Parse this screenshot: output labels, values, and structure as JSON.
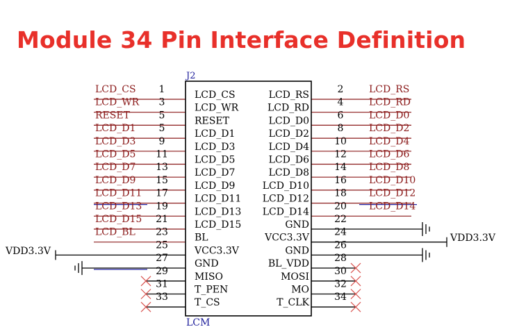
{
  "title": "Module 34 Pin Interface Definition",
  "chip": {
    "ref": "J2",
    "name": "LCM"
  },
  "supply_label": "VDD3.3V",
  "colors": {
    "title": "#e8302a",
    "net": "#8b1a1a",
    "wire": "#8b1a1a",
    "pin_text": "#000000",
    "ref_text": "#1c1c9a",
    "bus_line": "#2020a0",
    "no_connect": "#d9534f"
  },
  "pins": [
    {
      "num": "1",
      "name": "LCD_CS",
      "net": "LCD_CS",
      "side": "left",
      "row": 0
    },
    {
      "num": "2",
      "name": "LCD_RS",
      "net": "LCD_RS",
      "side": "right",
      "row": 0
    },
    {
      "num": "3",
      "name": "LCD_WR",
      "net": "LCD_WR",
      "side": "left",
      "row": 1
    },
    {
      "num": "4",
      "name": "LCD_RD",
      "net": "LCD_RD",
      "side": "right",
      "row": 1
    },
    {
      "num": "5",
      "name": "RESET",
      "net": "RESET",
      "side": "left",
      "row": 2
    },
    {
      "num": "6",
      "name": "LCD_D0",
      "net": "LCD_D0",
      "side": "right",
      "row": 2
    },
    {
      "num": "5",
      "name": "LCD_D1",
      "net": "LCD_D1",
      "side": "left",
      "row": 3
    },
    {
      "num": "8",
      "name": "LCD_D2",
      "net": "LCD_D2",
      "side": "right",
      "row": 3
    },
    {
      "num": "9",
      "name": "LCD_D3",
      "net": "LCD_D3",
      "side": "left",
      "row": 4
    },
    {
      "num": "10",
      "name": "LCD_D4",
      "net": "LCD_D4",
      "side": "right",
      "row": 4
    },
    {
      "num": "11",
      "name": "LCD_D5",
      "net": "LCD_D5",
      "side": "left",
      "row": 5
    },
    {
      "num": "12",
      "name": "LCD_D6",
      "net": "LCD_D6",
      "side": "right",
      "row": 5
    },
    {
      "num": "13",
      "name": "LCD_D7",
      "net": "LCD_D7",
      "side": "left",
      "row": 6
    },
    {
      "num": "14",
      "name": "LCD_D8",
      "net": "LCD_D8",
      "side": "right",
      "row": 6
    },
    {
      "num": "15",
      "name": "LCD_D9",
      "net": "LCD_D9",
      "side": "left",
      "row": 7
    },
    {
      "num": "16",
      "name": "LCD_D10",
      "net": "LCD_D10",
      "side": "right",
      "row": 7
    },
    {
      "num": "17",
      "name": "LCD_D11",
      "net": "LCD_D11",
      "side": "left",
      "row": 8
    },
    {
      "num": "18",
      "name": "LCD_D12",
      "net": "LCD_D12",
      "side": "right",
      "row": 8
    },
    {
      "num": "19",
      "name": "LCD_D13",
      "net": "LCD_D13",
      "side": "left",
      "row": 9
    },
    {
      "num": "20",
      "name": "LCD_D14",
      "net": "LCD_D14",
      "side": "right",
      "row": 9
    },
    {
      "num": "21",
      "name": "LCD_D15",
      "net": "LCD_D15",
      "side": "left",
      "row": 10
    },
    {
      "num": "22",
      "name": "GND",
      "net": "",
      "side": "right",
      "row": 10
    },
    {
      "num": "23",
      "name": "BL",
      "net": "LCD_BL",
      "side": "left",
      "row": 11
    },
    {
      "num": "24",
      "name": "VCC3.3V",
      "net": "",
      "side": "right",
      "row": 11
    },
    {
      "num": "25",
      "name": "VCC3.3V",
      "net": "",
      "side": "left",
      "row": 12
    },
    {
      "num": "26",
      "name": "GND",
      "net": "",
      "side": "right",
      "row": 12
    },
    {
      "num": "27",
      "name": "GND",
      "net": "",
      "side": "left",
      "row": 13
    },
    {
      "num": "28",
      "name": "BL_VDD",
      "net": "",
      "side": "right",
      "row": 13
    },
    {
      "num": "29",
      "name": "MISO",
      "net": "",
      "side": "left",
      "row": 14
    },
    {
      "num": "30",
      "name": "MOSI",
      "net": "",
      "side": "right",
      "row": 14
    },
    {
      "num": "31",
      "name": "T_PEN",
      "net": "",
      "side": "left",
      "row": 15
    },
    {
      "num": "32",
      "name": "MO",
      "net": "",
      "side": "right",
      "row": 15
    },
    {
      "num": "33",
      "name": "T_CS",
      "net": "",
      "side": "left",
      "row": 16
    },
    {
      "num": "34",
      "name": "T_CLK",
      "net": "",
      "side": "right",
      "row": 16
    }
  ]
}
